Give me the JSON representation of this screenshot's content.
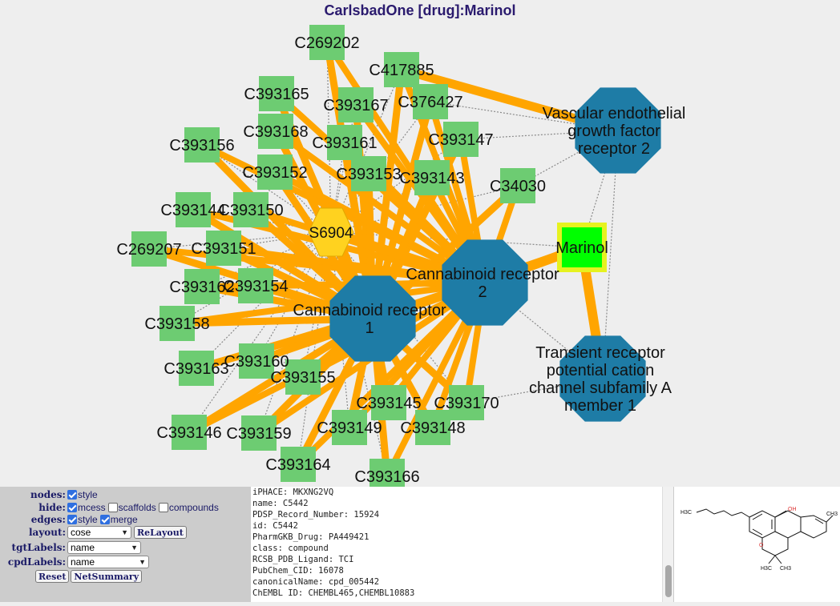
{
  "title": "CarlsbadOne [drug]:Marinol",
  "colors": {
    "compound": "#6dcc72",
    "target": "#1e7ca6",
    "scaffold": "#ffd21f",
    "query_drug": "#00ff00",
    "query_border": "#e6f21f",
    "edge": "#ffa500",
    "mcess_edge": "#8a8a8a"
  },
  "graph": {
    "targets": [
      {
        "id": "vegfr2",
        "label_lines": [
          "Vascular endothelial",
          "growth factor",
          "receptor 2"
        ]
      },
      {
        "id": "cb2",
        "label_lines": [
          "Cannabinoid receptor",
          "2"
        ]
      },
      {
        "id": "cb1",
        "label_lines": [
          "Cannabinoid receptor",
          "1"
        ]
      },
      {
        "id": "trpa1",
        "label_lines": [
          "Transient receptor",
          "potential cation",
          "channel subfamily A",
          "member 1"
        ]
      }
    ],
    "drug": {
      "id": "marinol",
      "label": "Marinol"
    },
    "scaffold": {
      "id": "s6904",
      "label": "S6904"
    },
    "compounds": [
      "C269202",
      "C417885",
      "C393165",
      "C393167",
      "C376427",
      "C393168",
      "C393161",
      "C393147",
      "C393156",
      "C393152",
      "C393153",
      "C393143",
      "C34030",
      "C393144",
      "C393150",
      "C269207",
      "C393151",
      "C393162",
      "C393154",
      "C393158",
      "C393163",
      "C393160",
      "C393155",
      "C393145",
      "C393170",
      "C393146",
      "C393159",
      "C393149",
      "C393148",
      "C393164",
      "C393166"
    ]
  },
  "controls": {
    "nodes": {
      "label": "nodes:",
      "style_label": "style",
      "style_checked": true
    },
    "hide": {
      "label": "hide:",
      "mcess_label": "mcess",
      "mcess_checked": true,
      "scaffolds_label": "scaffolds",
      "scaffolds_checked": false,
      "compounds_label": "compounds",
      "compounds_checked": false
    },
    "edges": {
      "label": "edges:",
      "style_label": "style",
      "style_checked": true,
      "merge_label": "merge",
      "merge_checked": true
    },
    "layout": {
      "label": "layout:",
      "value": "cose",
      "button": "ReLayout"
    },
    "tgtLabels": {
      "label": "tgtLabels:",
      "value": "name"
    },
    "cpdLabels": {
      "label": "cpdLabels:",
      "value": "name"
    },
    "reset_button": "Reset",
    "netsummary_button": "NetSummary"
  },
  "properties": [
    "iPHACE: MKXNG2VQ",
    "name: C5442",
    "PDSP_Record_Number: 15924",
    "id: C5442",
    "PharmGKB_Drug: PA449421",
    "class: compound",
    "RCSB_PDB_Ligand: TCI",
    "PubChem_CID: 16078",
    "canonicalName: cpd_005442",
    "ChEMBL ID: CHEMBL465,CHEMBL10883"
  ],
  "structure": {
    "atoms": [
      "H3C",
      "OH",
      "CH3",
      "O",
      "H3C",
      "CH3"
    ]
  }
}
